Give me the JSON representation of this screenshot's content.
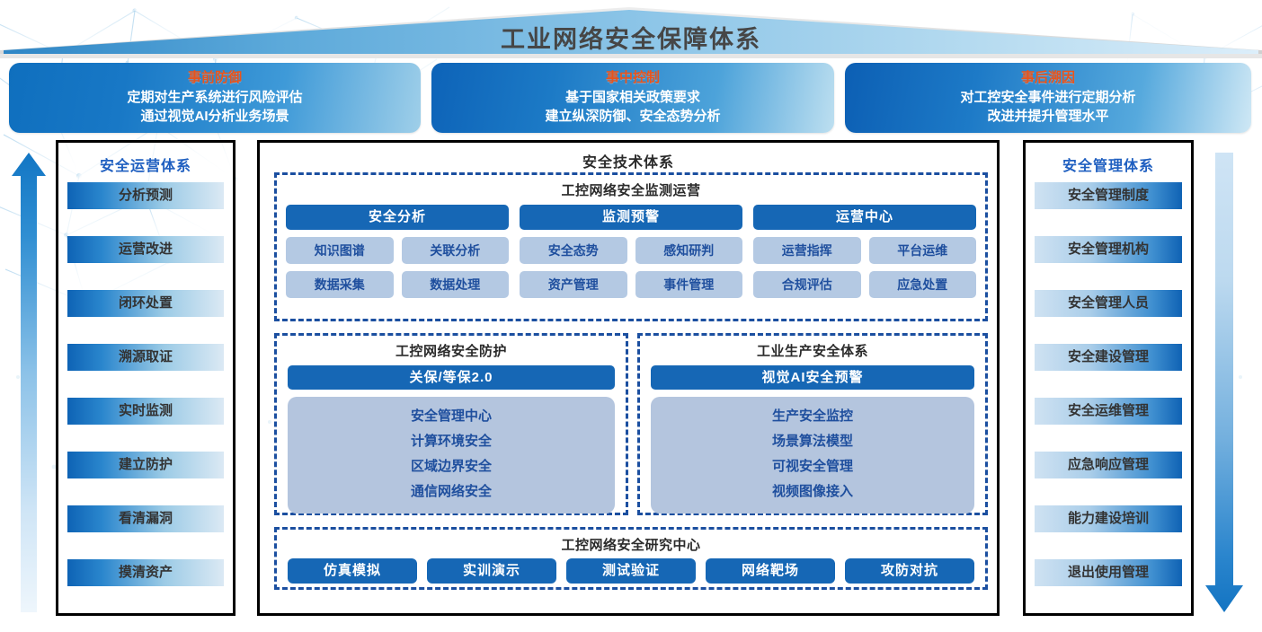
{
  "header": {
    "roof_title": "工业网络安全保障体系",
    "banners": [
      {
        "title": "事前防御",
        "line1": "定期对生产系统进行风险评估",
        "line2": "通过视觉AI分析业务场景"
      },
      {
        "title": "事中控制",
        "line1": "基于国家相关政策要求",
        "line2": "建立纵深防御、安全态势分析"
      },
      {
        "title": "事后溯因",
        "line1": "对工控安全事件进行定期分析",
        "line2": "改进并提升管理水平"
      }
    ]
  },
  "left_column": {
    "title": "安全运营体系",
    "items": [
      {
        "label": "分析预测"
      },
      {
        "label": "运营改进"
      },
      {
        "label": "闭环处置"
      },
      {
        "label": "溯源取证"
      },
      {
        "label": "实时监测"
      },
      {
        "label": "建立防护"
      },
      {
        "label": "看清漏洞"
      },
      {
        "label": "摸清资产"
      }
    ]
  },
  "right_column": {
    "title": "安全管理体系",
    "items": [
      {
        "label": "安全管理制度"
      },
      {
        "label": "安全管理机构"
      },
      {
        "label": "安全管理人员"
      },
      {
        "label": "安全建设管理"
      },
      {
        "label": "安全运维管理"
      },
      {
        "label": "应急响应管理"
      },
      {
        "label": "能力建设培训"
      },
      {
        "label": "退出使用管理"
      }
    ]
  },
  "main": {
    "title": "安全技术体系",
    "monitoring": {
      "heading": "工控网络安全监测运营",
      "columns": [
        {
          "head": "安全分析",
          "chips": [
            "知识图谱",
            "关联分析",
            "数据采集",
            "数据处理"
          ]
        },
        {
          "head": "监测预警",
          "chips": [
            "安全态势",
            "感知研判",
            "资产管理",
            "事件管理"
          ]
        },
        {
          "head": "运营中心",
          "chips": [
            "运营指挥",
            "平台运维",
            "合规评估",
            "应急处置"
          ]
        }
      ]
    },
    "protection": {
      "heading": "工控网络安全防护",
      "bar": "关保/等保2.0",
      "items": [
        "安全管理中心",
        "计算环境安全",
        "区域边界安全",
        "通信网络安全"
      ]
    },
    "production": {
      "heading": "工业生产安全体系",
      "bar": "视觉AI安全预警",
      "items": [
        "生产安全监控",
        "场景算法模型",
        "可视安全管理",
        "视频图像接入"
      ]
    },
    "research": {
      "heading": "工控网络安全研究中心",
      "buttons": [
        "仿真模拟",
        "实训演示",
        "测试验证",
        "网络靶场",
        "攻防对抗"
      ]
    }
  },
  "colors": {
    "accent_blue": "#1667b5",
    "dashed_border": "#1b4fa0",
    "banner_title": "#e8541c",
    "chip_bg": "#b4c9e3",
    "chip_text": "#1f4f9e",
    "column_title": "#1f5fc0",
    "roof_title": "#464646"
  },
  "icons": {
    "left_arrow": "arrow-up-icon",
    "right_arrow": "arrow-down-icon",
    "roof": "roof-shape-icon"
  }
}
